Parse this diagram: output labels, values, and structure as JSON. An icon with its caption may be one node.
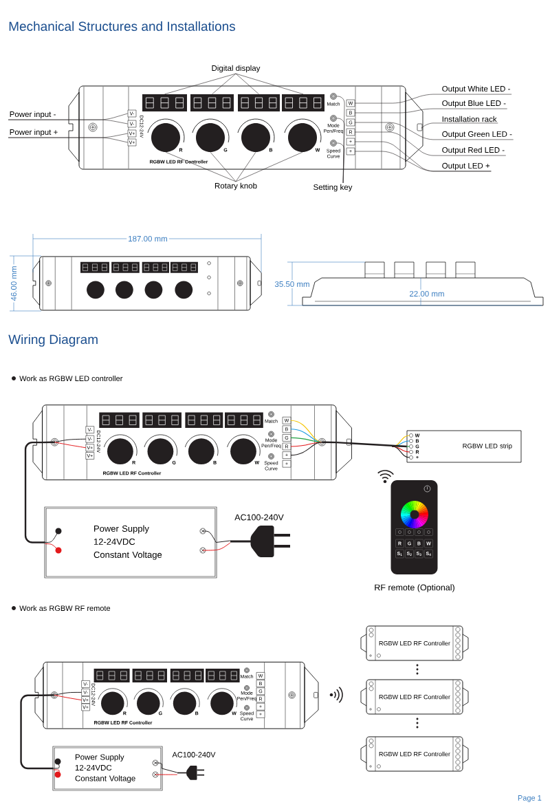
{
  "diagram": {
    "title": "Mechanical Structures and Installations",
    "nodes": [
      {
        "text": [
          "RGBW LED RF Controller"
        ]
      },
      {
        "text": [],
        "shape": "box",
        "in": 0
      },
      {
        "text": [],
        "shape": "box",
        "in": 0
      },
      {
        "text": [],
        "shape": "box",
        "in": 0
      },
      {
        "text": [],
        "shape": "box",
        "in": 0
      },
      {
        "text": [],
        "shape": "circle",
        "in": 0,
        "beside": [
          "R"
        ]
      },
      {
        "text": [],
        "shape": "circle",
        "in": 0,
        "beside": [
          "G"
        ]
      },
      {
        "text": [],
        "shape": "circle",
        "in": 0,
        "beside": [
          "B"
        ]
      },
      {
        "text": [],
        "shape": "circle",
        "in": 0,
        "beside": [
          "W"
        ]
      },
      {
        "text": [],
        "shape": "circle",
        "in": 0,
        "beside": [
          "Match"
        ]
      },
      {
        "text": [],
        "shape": "circle",
        "in": 0,
        "beside": [
          "Mode Pen/Freq"
        ]
      },
      {
        "text": [],
        "shape": "circle",
        "in": 0,
        "beside": [
          "Speed Curve"
        ]
      },
      {
        "text": [
          "V-"
        ],
        "in": 0
      },
      {
        "text": [
          "V-"
        ],
        "in": 0
      },
      {
        "text": [
          "V+"
        ],
        "in": 0
      },
      {
        "text": [
          "V+"
        ],
        "in": 0
      },
      {
        "text": [
          "W"
        ],
        "in": 0
      },
      {
        "text": [
          "B"
        ],
        "in": 0
      },
      {
        "text": [
          "G"
        ],
        "in": 0
      },
      {
        "text": [
          "R"
        ],
        "in": 0
      },
      {
        "text": [
          "+"
        ],
        "in": 0
      },
      {
        "text": [
          "+"
        ],
        "in": 0
      },
      {
        "text": [],
        "shape": "box"
      },
      {
        "text": [
          "Digital display"
        ]
      },
      {
        "text": [
          "Power input -"
        ]
      },
      {
        "text": [
          "Power input +"
        ]
      },
      {
        "text": [
          "Rotary knob"
        ]
      },
      {
        "text": [
          "Setting key"
        ]
      },
      {
        "text": [
          "Output White LED -"
        ]
      },
      {
        "text": [
          "Output Blue LED -"
        ]
      },
      {
        "text": [
          "Installation rack"
        ]
      },
      {
        "text": [
          "Output Green LED -"
        ]
      },
      {
        "text": [
          "Output Red LED -"
        ]
      },
      {
        "text": [
          "Output LED +"
        ]
      },
      {
        "text": [
          "RGBW LED RF Controller"
        ]
      },
      {
        "text": [
          "Power Supply 12-24VDC Constant Voltage"
        ]
      },
      {
        "text": [],
        "shape": "picture",
        "beside": [
          "AC100-240V"
        ]
      },
      {
        "text": [
          "RGBW LED strip"
        ]
      },
      {
        "text": [],
        "shape": "picture",
        "beside": [
          "RF remote (Optional)"
        ]
      },
      {
        "text": [
          "RGBW LED RF Controller"
        ]
      },
      {
        "text": [
          "Power Supply 12-24VDC Constant Voltage"
        ]
      },
      {
        "text": [],
        "shape": "picture",
        "beside": [
          "AC100-240V"
        ]
      },
      {
        "text": [
          "RGBW LED RF Controller"
        ]
      },
      {
        "text": [
          "RGBW LED RF Controller"
        ]
      },
      {
        "text": [
          "RGBW LED RF Controller"
        ]
      }
    ],
    "edges": [
      {
        "from": 23,
        "to": 1,
        "arrow": "none"
      },
      {
        "from": 23,
        "to": 2,
        "arrow": "none"
      },
      {
        "from": 23,
        "to": 3,
        "arrow": "none"
      },
      {
        "from": 23,
        "to": 4,
        "arrow": "none"
      },
      {
        "from": 24,
        "to": 12,
        "arrow": "none"
      },
      {
        "from": 24,
        "to": 13,
        "arrow": "none"
      },
      {
        "from": 25,
        "to": 14,
        "arrow": "none"
      },
      {
        "from": 25,
        "to": 15,
        "arrow": "none"
      },
      {
        "from": 26,
        "to": 5,
        "arrow": "none"
      },
      {
        "from": 26,
        "to": 6,
        "arrow": "none"
      },
      {
        "from": 26,
        "to": 7,
        "arrow": "none"
      },
      {
        "from": 26,
        "to": 8,
        "arrow": "none"
      },
      {
        "from": 27,
        "to": 9,
        "arrow": "none"
      },
      {
        "from": 27,
        "to": 10,
        "arrow": "none"
      },
      {
        "from": 27,
        "to": 11,
        "arrow": "none"
      },
      {
        "from": 28,
        "to": 16,
        "arrow": "none"
      },
      {
        "from": 29,
        "to": 17,
        "arrow": "none"
      },
      {
        "from": 30,
        "to": 22,
        "arrow": "none"
      },
      {
        "from": 31,
        "to": 18,
        "arrow": "none"
      },
      {
        "from": 32,
        "to": 19,
        "arrow": "none"
      },
      {
        "from": 33,
        "to": 20,
        "arrow": "none"
      },
      {
        "from": 33,
        "to": 21,
        "arrow": "none"
      },
      {
        "from": 34,
        "to": 35,
        "arrow": "none",
        "style": "thick"
      },
      {
        "from": 34,
        "to": 37,
        "arrow": "none",
        "style": "thick"
      },
      {
        "from": 35,
        "to": 36,
        "arrow": "none"
      },
      {
        "from": 39,
        "to": 40,
        "arrow": "none",
        "style": "thick"
      },
      {
        "from": 40,
        "to": 41,
        "arrow": "none"
      }
    ],
    "labels": [
      "DC12-24V",
      "187.00 mm",
      "46.00 mm",
      "35.50 mm",
      "22.00 mm",
      "Wiring Diagram",
      "Work as RGBW LED controller",
      "V-",
      "V-",
      "V+",
      "V+",
      "DC12-24V",
      "R",
      "G",
      "B",
      "W",
      "Match",
      "Mode Pen/Freq",
      "Speed Curve",
      "W",
      "B",
      "G",
      "R",
      "+",
      "+",
      "W",
      "B",
      "G",
      "R",
      "+",
      "R",
      "G",
      "B",
      "W",
      "S$_{1}$",
      "S$_{2}$",
      "S$_{3}$",
      "S$_{4}$",
      "Work as RGBW RF remote",
      "V-",
      "V-",
      "V+",
      "V+",
      "DC12-24V",
      "R",
      "G",
      "B",
      "W",
      "Match",
      "Mode Pen/Freq",
      "Speed Curve",
      "W",
      "B",
      "G",
      "R",
      "+",
      "+",
      "Page 1"
    ]
  }
}
